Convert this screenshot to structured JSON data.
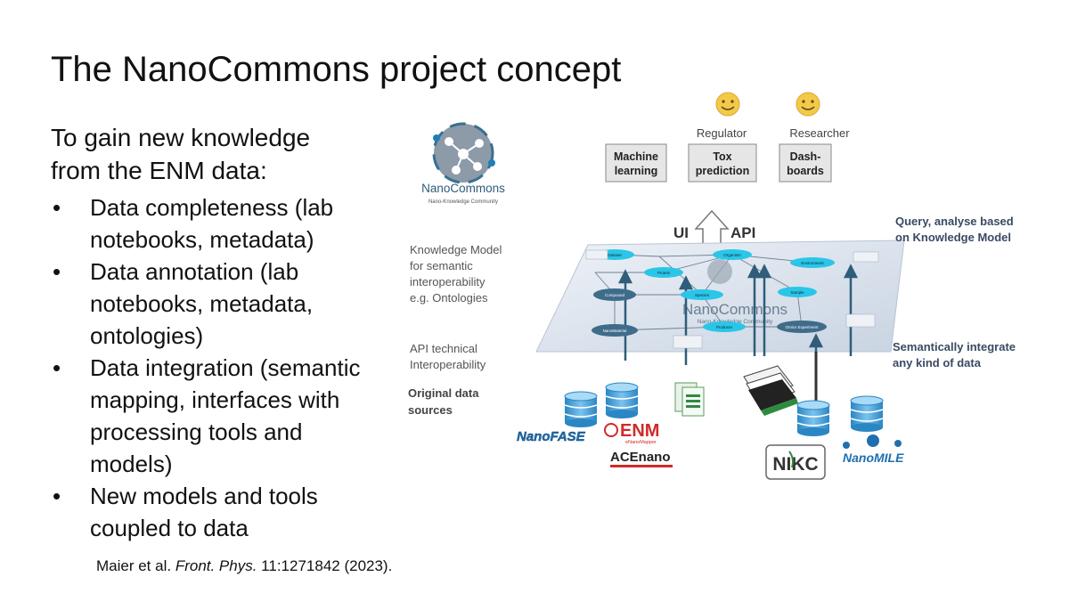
{
  "slide": {
    "title": "The NanoCommons project concept",
    "intro_line1": "To gain new knowledge",
    "intro_line2": "from the ENM data:",
    "bullets": [
      {
        "marker": "•",
        "lines": [
          "Data completeness (lab",
          "notebooks, metadata)"
        ]
      },
      {
        "marker": "•",
        "lines": [
          "Data annotation (lab",
          "notebooks, metadata,",
          "ontologies)"
        ]
      },
      {
        "marker": "•",
        "lines": [
          "Data integration (semantic",
          "mapping, interfaces with",
          "processing tools and",
          "models)"
        ]
      },
      {
        "marker": "•",
        "lines": [
          "New models and tools",
          "coupled to data"
        ]
      }
    ],
    "citation": {
      "authors": "Maier et al. ",
      "journal": "Front. Phys.",
      "ref": " 11:1271842 (2023)."
    }
  },
  "diagram": {
    "logo": {
      "name": "NanoCommons",
      "tagline": "Nano-Knowledge Community"
    },
    "users": [
      {
        "label": "Regulator"
      },
      {
        "label": "Researcher"
      }
    ],
    "apps": [
      {
        "line1": "Machine",
        "line2": "learning"
      },
      {
        "line1": "Tox",
        "line2": "prediction"
      },
      {
        "line1": "Dash-",
        "line2": "boards"
      }
    ],
    "ui_label": "UI",
    "api_label": "API",
    "left_labels": {
      "knowledge_model": [
        "Knowledge Model",
        "for semantic",
        "interoperability",
        "e.g. Ontologies"
      ],
      "api_technical": [
        "API technical",
        "Interoperability"
      ],
      "original_sources": [
        "Original data",
        "sources"
      ]
    },
    "right_labels": {
      "query": [
        "Query, analyse based",
        "on Knowledge Model"
      ],
      "integrate": [
        "Semantically integrate",
        "any kind of data"
      ]
    },
    "nodes": [
      {
        "label": "Dataset"
      },
      {
        "label": "Protein"
      },
      {
        "label": "Organism"
      },
      {
        "label": "Environment"
      },
      {
        "label": "Compound"
      },
      {
        "label": "Sample"
      },
      {
        "label": "Species"
      },
      {
        "label": "NanoMaterial"
      },
      {
        "label": "Omics Experiment"
      },
      {
        "label": "Producer"
      }
    ],
    "plane_watermark": {
      "name": "NanoCommons",
      "tagline": "Nano-Knowledge Community"
    },
    "source_logos": {
      "nanofase": "NanoFASE",
      "enm": "ENM",
      "enm_sub": "eNanoMapper",
      "acenano": "ACEnano",
      "nikc": "NIKC",
      "nanomile": "NanoMILE"
    }
  },
  "colors": {
    "text": "#111111",
    "app_box": "#e6e6e6",
    "plane": "#dfe6f0",
    "node_cyan": "#29c6e8",
    "node_blue": "#3f6c8a",
    "arrow_blue": "#2f5d7a",
    "diagram_label": "#555555",
    "diagram_label_bold": "#3a4a63",
    "smiley": "#f3c94b",
    "database": "#3f9ed8"
  }
}
